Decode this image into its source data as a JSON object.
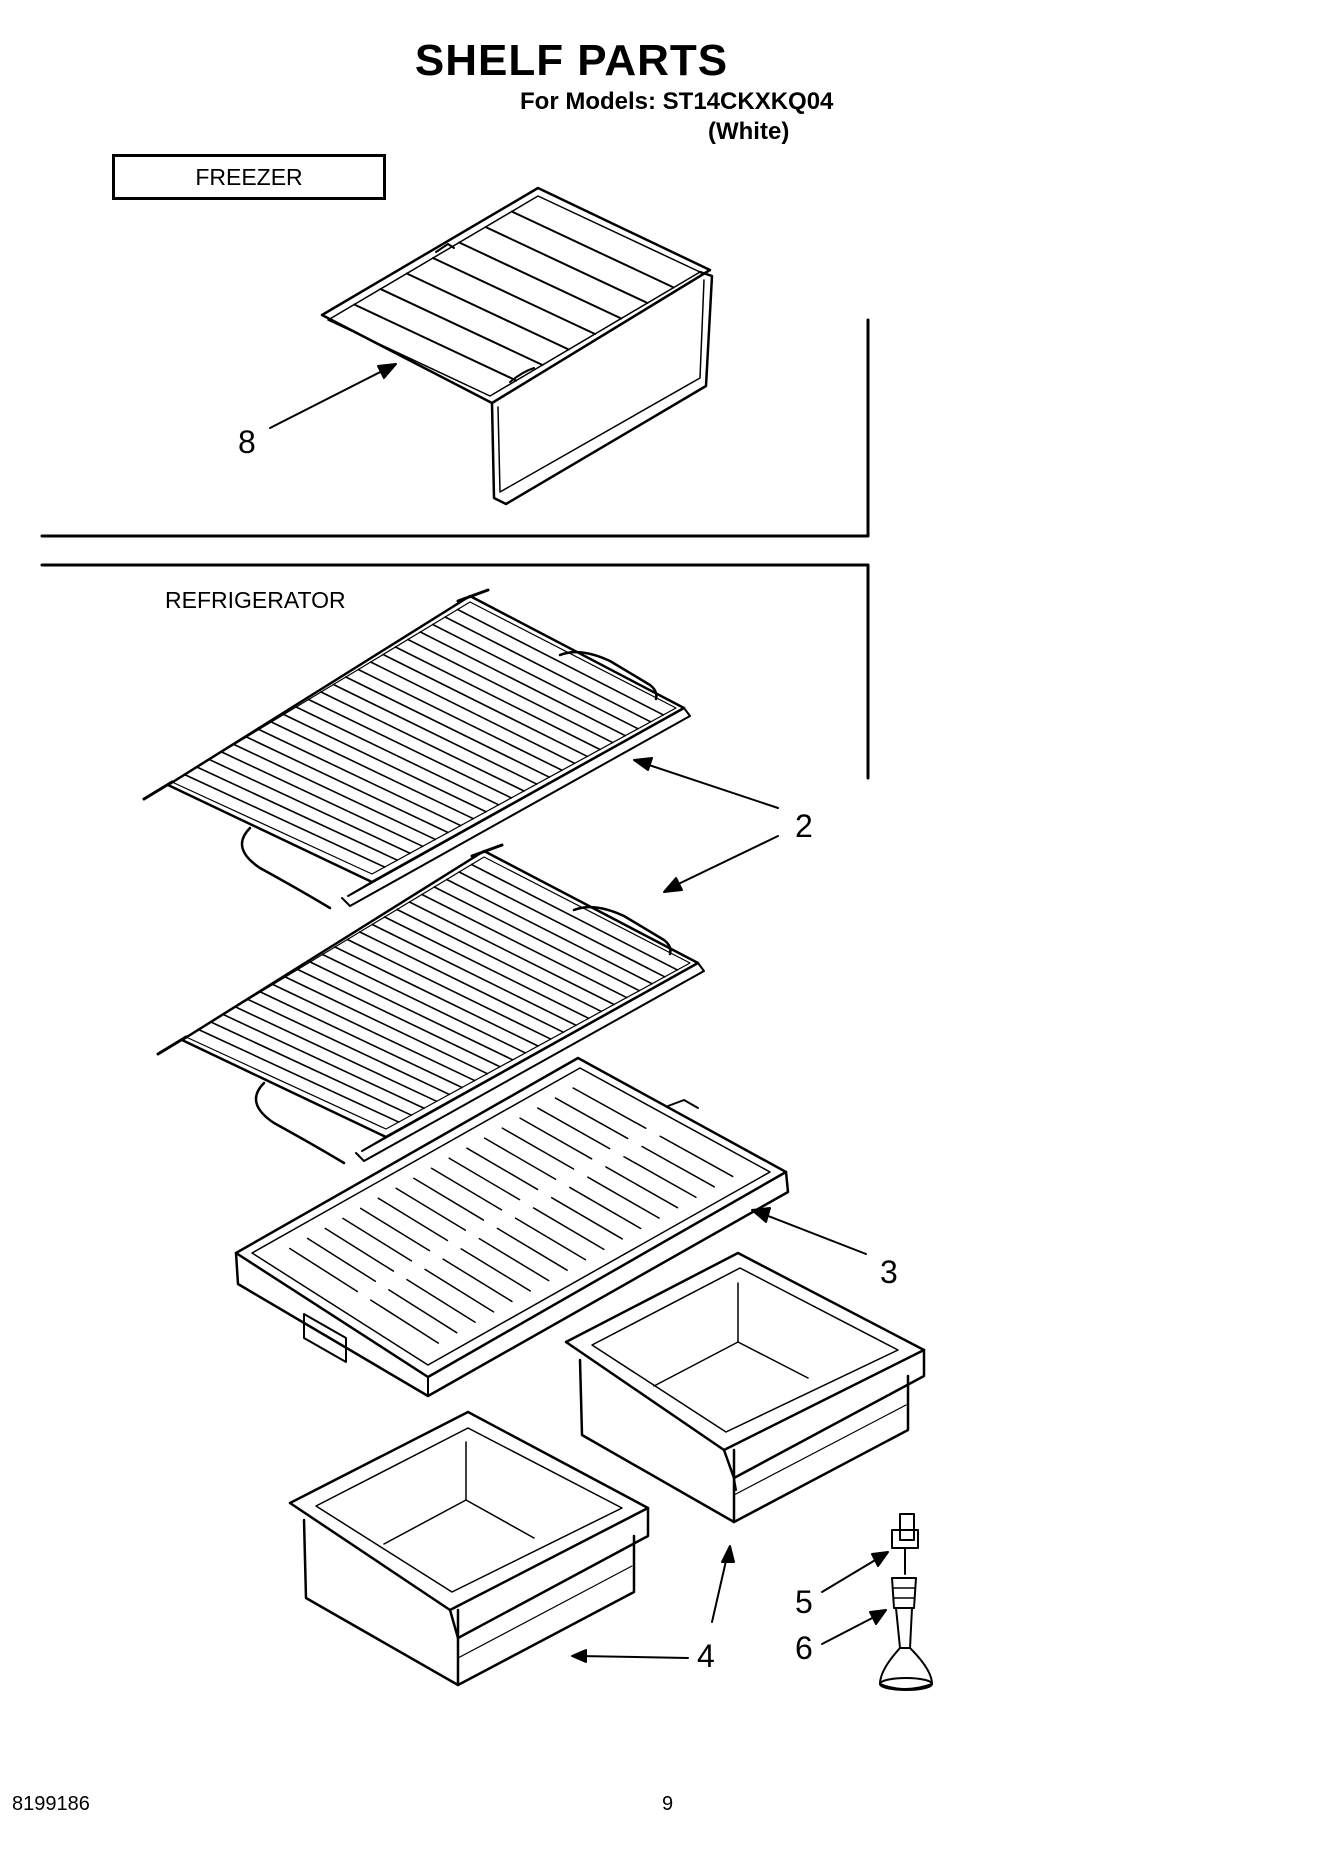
{
  "header": {
    "title": "SHELF PARTS",
    "models": "For Models: ST14CKXKQ04",
    "color": "(White)"
  },
  "sections": {
    "freezer": "FREEZER",
    "refrigerator": "REFRIGERATOR"
  },
  "callouts": {
    "freezer_shelf": "8",
    "wire_shelves": "2",
    "glass_shelf": "3",
    "crispers": "4",
    "part_5": "5",
    "part_6": "6"
  },
  "footer": {
    "doc_number": "8199186",
    "page": "9"
  }
}
